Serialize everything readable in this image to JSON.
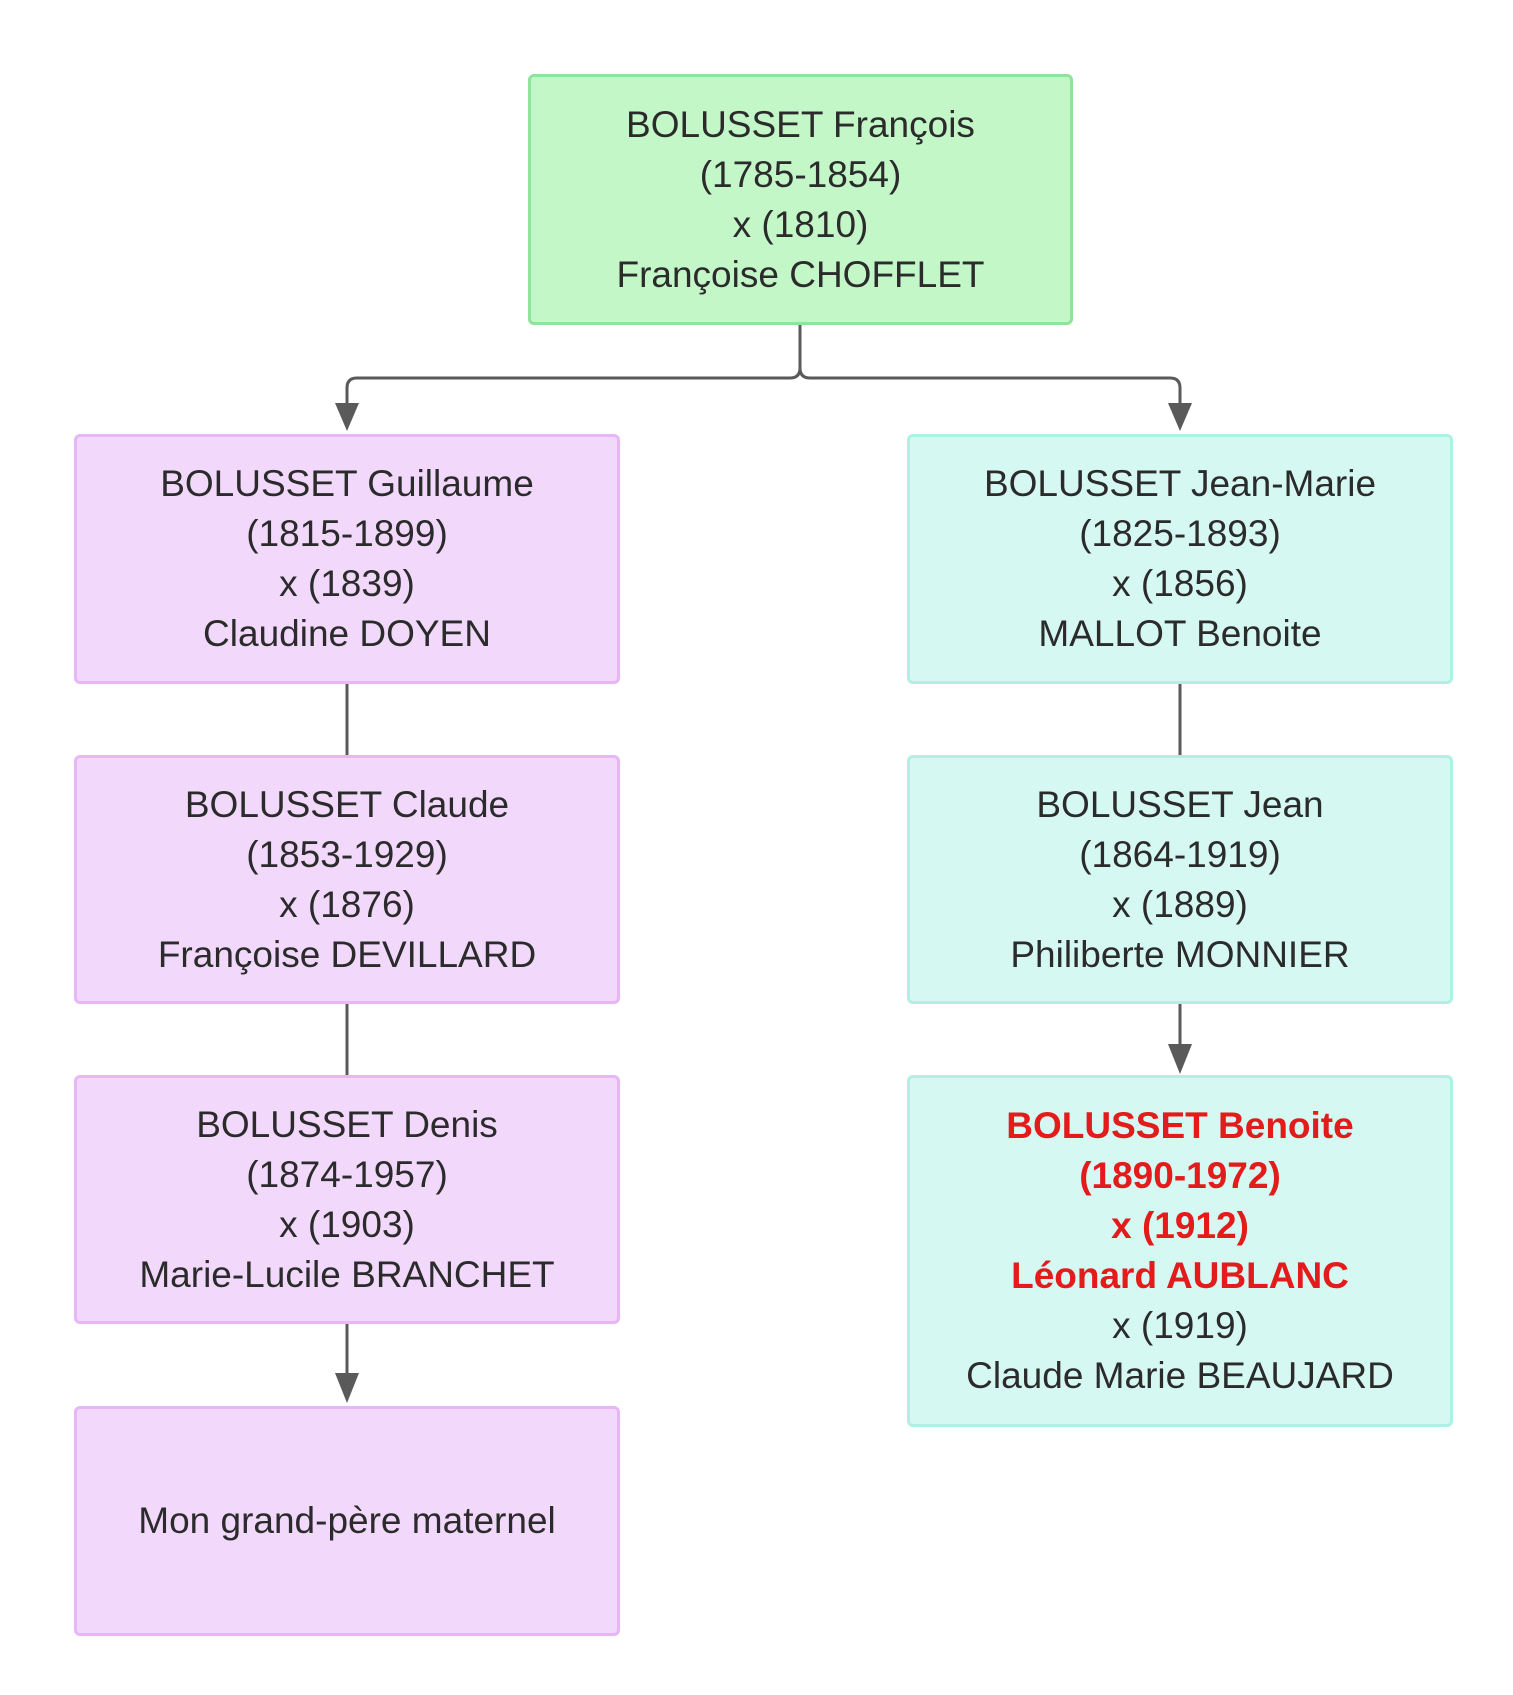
{
  "nodes": [
    {
      "id": "root",
      "lines": [
        {
          "text": "BOLUSSET François"
        },
        {
          "text": "(1785-1854)"
        },
        {
          "text": "x (1810)"
        },
        {
          "text": "Françoise CHOFFLET"
        }
      ]
    },
    {
      "id": "guillaume",
      "lines": [
        {
          "text": "BOLUSSET Guillaume"
        },
        {
          "text": "(1815-1899)"
        },
        {
          "text": "x (1839)"
        },
        {
          "text": "Claudine DOYEN"
        }
      ]
    },
    {
      "id": "claude",
      "lines": [
        {
          "text": "BOLUSSET Claude"
        },
        {
          "text": "(1853-1929)"
        },
        {
          "text": "x (1876)"
        },
        {
          "text": "Françoise DEVILLARD"
        }
      ]
    },
    {
      "id": "denis",
      "lines": [
        {
          "text": "BOLUSSET Denis"
        },
        {
          "text": "(1874-1957)"
        },
        {
          "text": "x (1903)"
        },
        {
          "text": "Marie-Lucile BRANCHET"
        }
      ]
    },
    {
      "id": "grandpere",
      "lines": [
        {
          "text": "Mon grand-père maternel"
        }
      ]
    },
    {
      "id": "jeanmarie",
      "lines": [
        {
          "text": "BOLUSSET Jean-Marie"
        },
        {
          "text": "(1825-1893)"
        },
        {
          "text": "x (1856)"
        },
        {
          "text": "MALLOT Benoite"
        }
      ]
    },
    {
      "id": "jean",
      "lines": [
        {
          "text": "BOLUSSET Jean"
        },
        {
          "text": "(1864-1919)"
        },
        {
          "text": "x (1889)"
        },
        {
          "text": "Philiberte MONNIER"
        }
      ]
    },
    {
      "id": "benoite",
      "lines": [
        {
          "text": "BOLUSSET Benoite",
          "highlight": true
        },
        {
          "text": "(1890-1972)",
          "highlight": true
        },
        {
          "text": "x (1912)",
          "highlight": true
        },
        {
          "text": "Léonard AUBLANC",
          "highlight": true
        },
        {
          "text": "x (1919)"
        },
        {
          "text": "Claude Marie BEAUJARD"
        }
      ]
    }
  ],
  "colors": {
    "root_fill": "#c3f7c8",
    "left_branch_fill": "#f2d9fc",
    "right_branch_fill": "#d6f8f3",
    "highlight_text": "#e31b1b",
    "connector": "#5a5a5a"
  }
}
